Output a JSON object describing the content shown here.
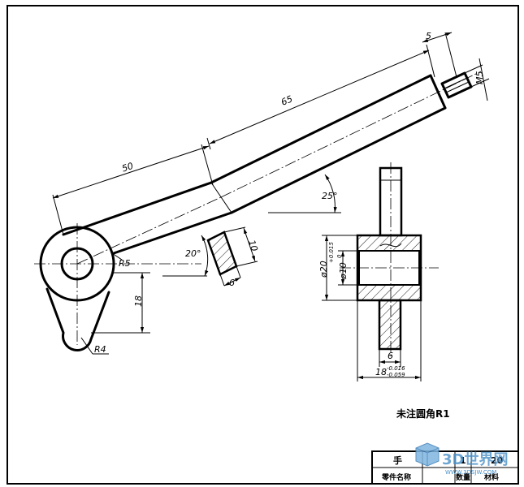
{
  "dimensions": {
    "d5": "5",
    "m5": "M5",
    "d65": "65",
    "d50": "50",
    "a25": "25°",
    "a20": "20°",
    "d10": "10",
    "d6": "6",
    "r5": "R5",
    "d18": "18",
    "r4": "R4",
    "phi20": "ø20",
    "phi10": "ø10",
    "phi10_tol_upper": "+0.015",
    "phi10_tol_lower": "0",
    "d6b": "6",
    "d18b": "18",
    "d18b_tol_upper": "-0.016",
    "d18b_tol_lower": "-0.059"
  },
  "note": "未注圆角R1",
  "title_block": {
    "part_name_value": "手",
    "quantity_value": "1",
    "material_value": "20",
    "label_part_name": "零件名称",
    "label_quantity": "数量",
    "label_material": "材料"
  },
  "watermark": {
    "text": "3D世界网",
    "sub": "WWW.3DSJW.COM",
    "color": "#4a90c8"
  }
}
